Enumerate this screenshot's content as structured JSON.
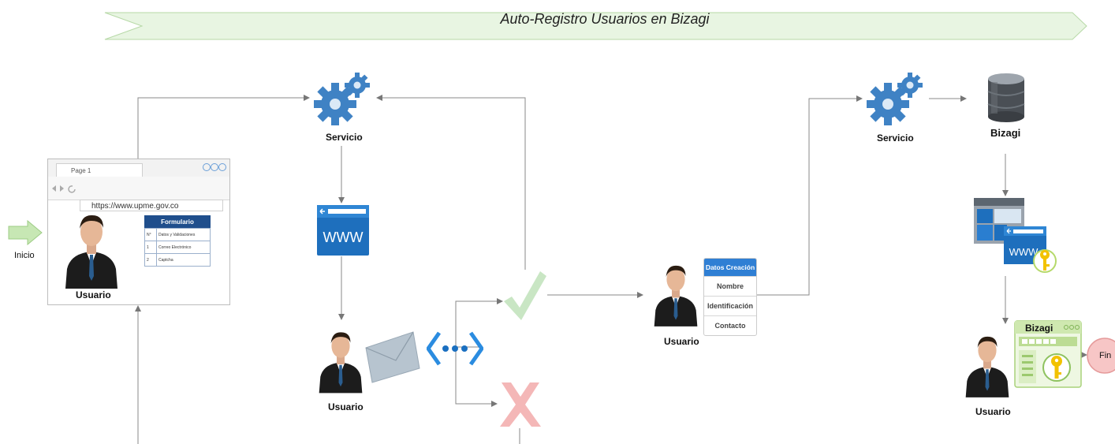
{
  "title": "Auto-Registro Usuarios en Bizagi",
  "start": {
    "label": "Inicio"
  },
  "browser": {
    "tab_label": "Page 1",
    "url": "https://www.upme.gov.co",
    "user_label": "Usuario",
    "form": {
      "title": "Formulario",
      "rows": [
        {
          "num": "N°",
          "text": "Datos y Validaciones"
        },
        {
          "num": "1",
          "text": "Correo Electrónico"
        },
        {
          "num": "2",
          "text": "Captcha"
        }
      ]
    }
  },
  "service_left": {
    "label": "Servicio"
  },
  "web_left": {
    "text": "WWW"
  },
  "user_email": {
    "label": "Usuario"
  },
  "user_data": {
    "label": "Usuario",
    "card": {
      "title": "Datos Creación",
      "rows": [
        "Nombre",
        "Identificación",
        "Contacto"
      ]
    }
  },
  "service_right": {
    "label": "Servicio"
  },
  "database": {
    "label": "Bizagi"
  },
  "web_right": {
    "text": "WWW"
  },
  "bizagi_app": {
    "title": "Bizagi"
  },
  "user_final": {
    "label": "Usuario"
  },
  "end": {
    "label": "Fin"
  },
  "colors": {
    "banner": "#e8f5e2",
    "arrow_green": "#c7e7b4",
    "web_blue": "#1e6fbd",
    "check": "#c9e6c4",
    "cross": "#f4b7b7",
    "end_fill": "#f7c6c6",
    "key": "#f2c200"
  }
}
